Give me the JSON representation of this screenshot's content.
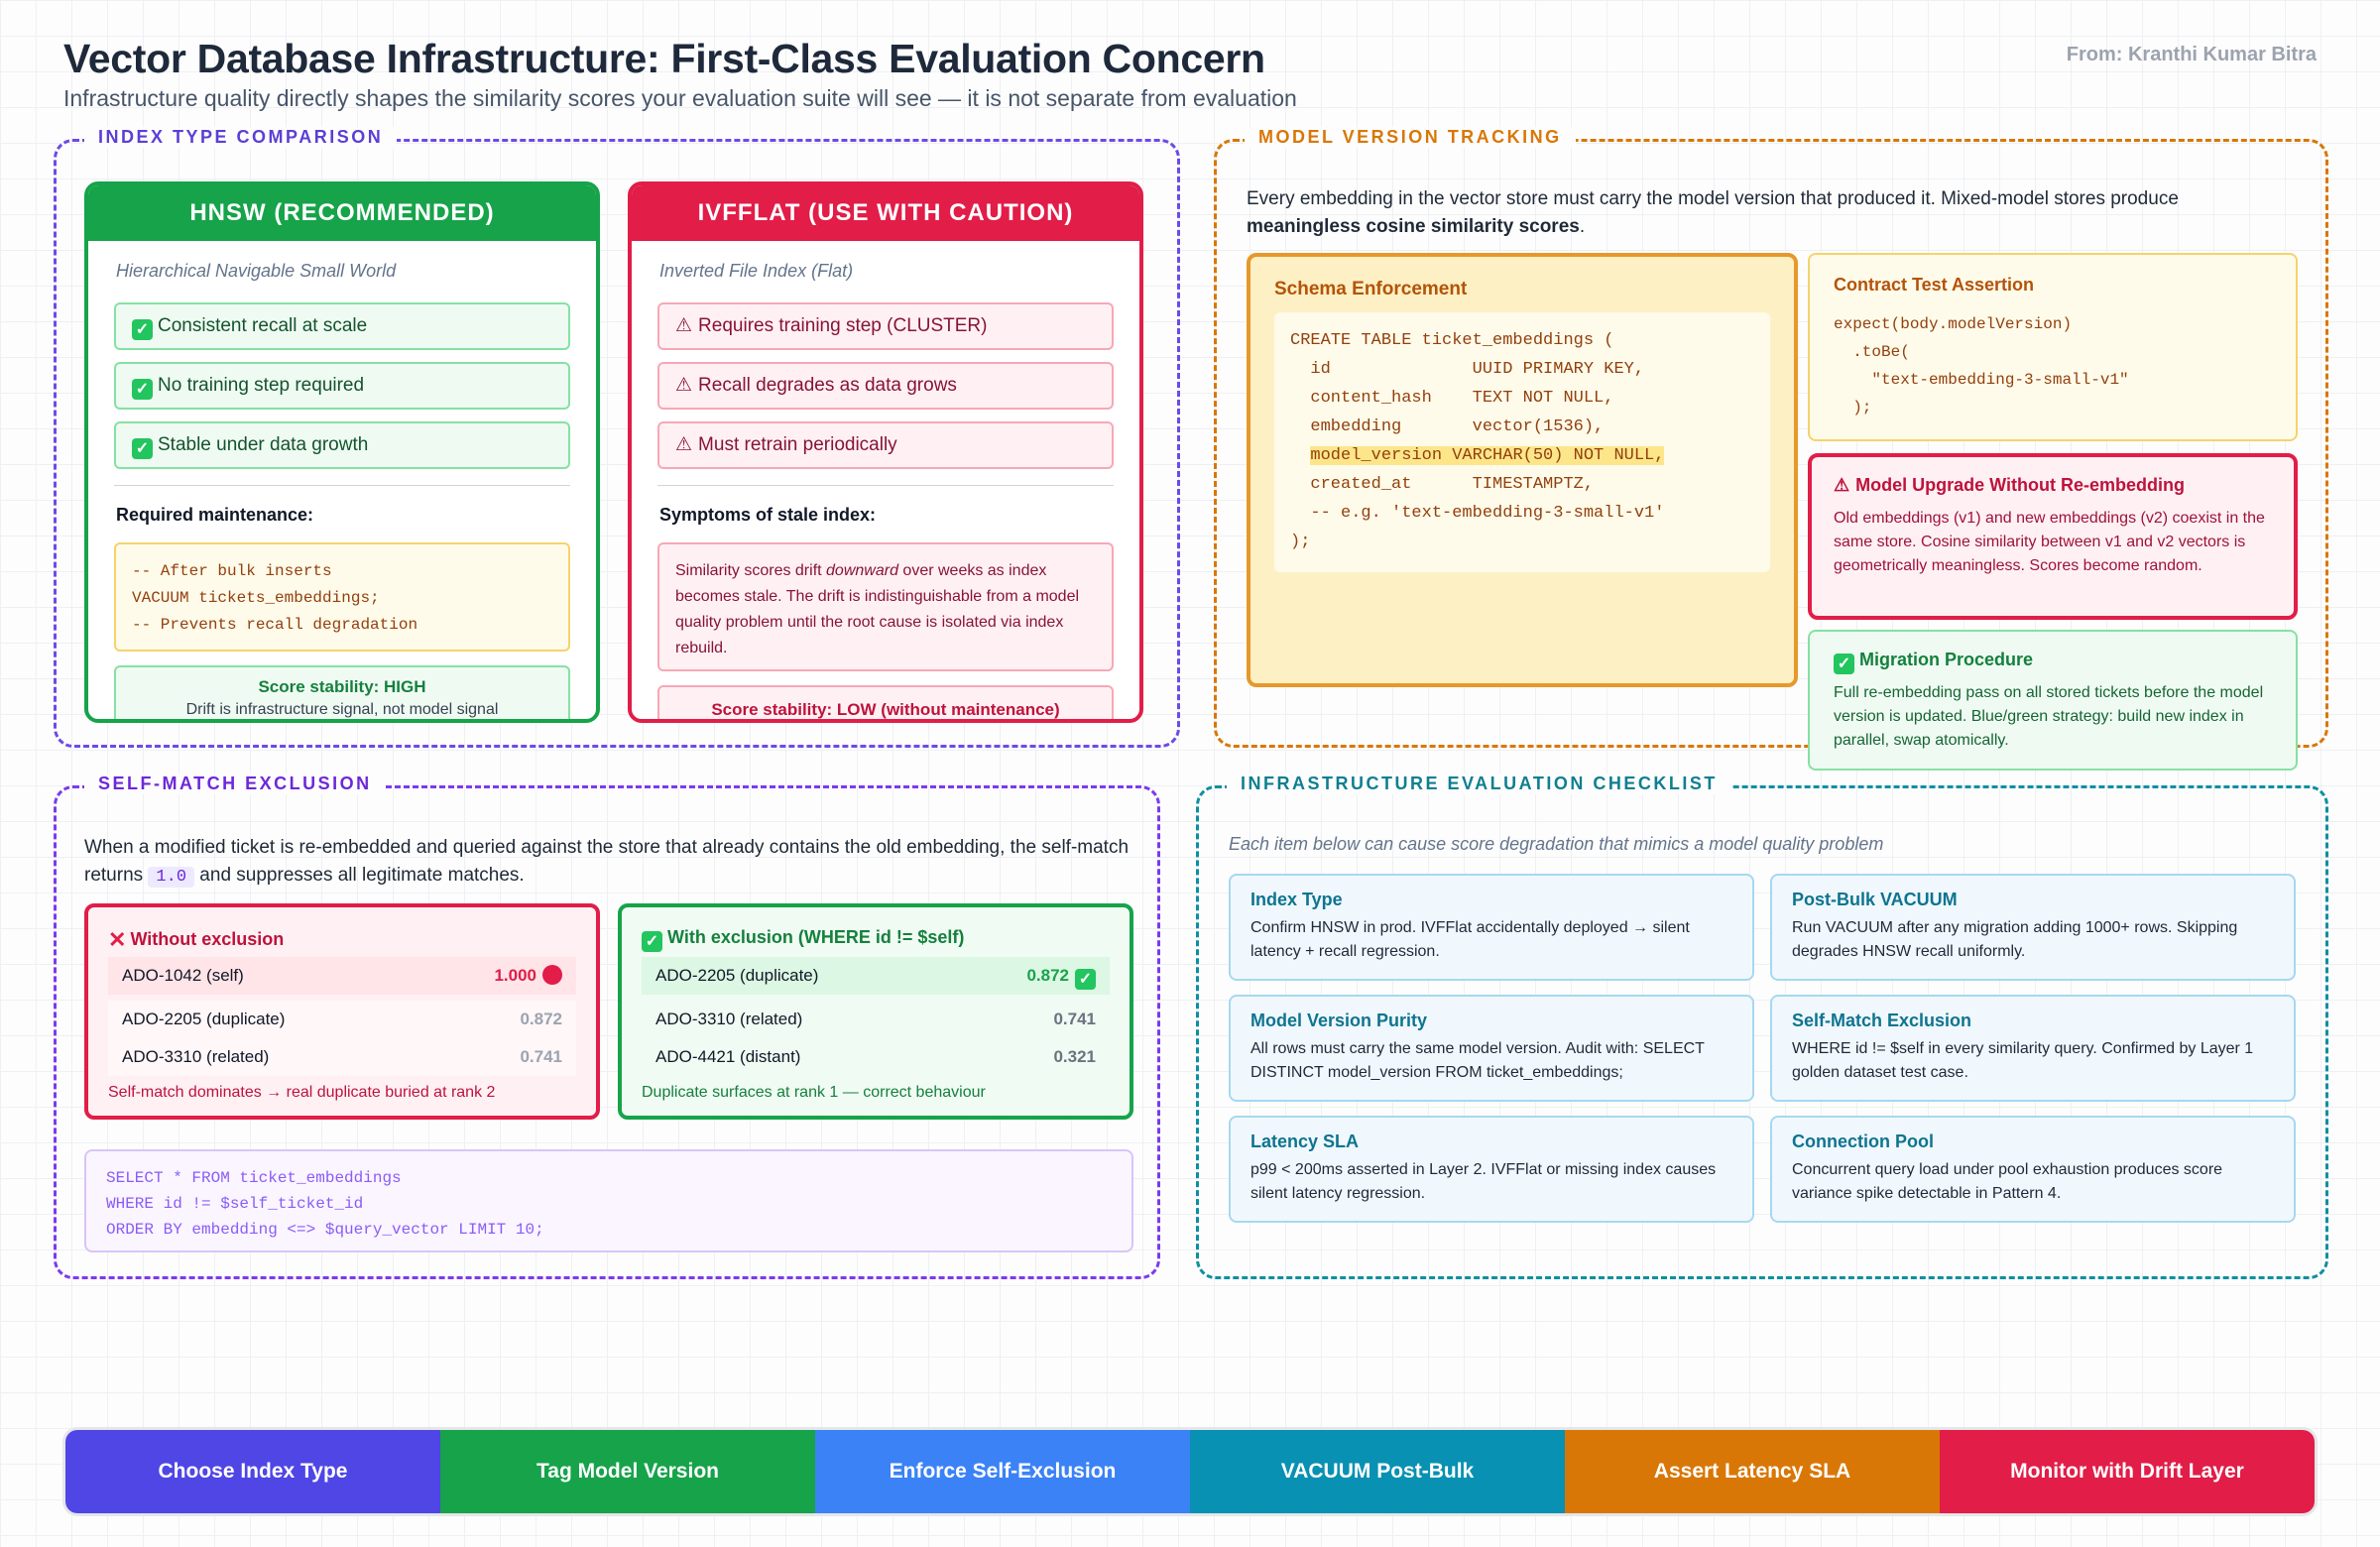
{
  "header": {
    "title": "Vector Database Infrastructure: First-Class Evaluation Concern",
    "subtitle": "Infrastructure quality directly shapes the similarity scores your evaluation suite will see — it is not separate from evaluation",
    "author": "From: Kranthi Kumar Bitra"
  },
  "index_section": {
    "label": "INDEX TYPE COMPARISON",
    "hnsw": {
      "title": "HNSW (RECOMMENDED)",
      "subtitle": "Hierarchical Navigable Small World",
      "features": [
        "Consistent recall at scale",
        "No training step required",
        "Stable under data growth"
      ],
      "maintenance_heading": "Required maintenance:",
      "maintenance_code": [
        "-- After bulk inserts",
        "VACUUM tickets_embeddings;",
        "-- Prevents recall degradation"
      ],
      "stability_title": "Score stability: HIGH",
      "stability_note": "Drift is infrastructure signal, not model signal"
    },
    "ivfflat": {
      "title": "IVFFLAT (USE WITH CAUTION)",
      "subtitle": "Inverted File Index (Flat)",
      "features": [
        "Requires training step (CLUSTER)",
        "Recall degrades as data grows",
        "Must retrain periodically"
      ],
      "symptoms_heading": "Symptoms of stale index:",
      "symptoms_pre": "Similarity scores drift ",
      "symptoms_em": "downward",
      "symptoms_post": " over weeks as index becomes stale. The drift is indistinguishable from a model quality problem until the root cause is isolated via index rebuild.",
      "stability": "Score stability: LOW (without maintenance)"
    }
  },
  "model_section": {
    "label": "MODEL VERSION TRACKING",
    "intro": "Every embedding in the vector store must carry the model version that produced it. Mixed-model stores produce ",
    "intro_bold": "meaningless cosine similarity scores",
    "intro_end": ".",
    "schema_title": "Schema Enforcement",
    "schema_code_1": "CREATE TABLE ticket_embeddings (\n  id              UUID PRIMARY KEY,\n  content_hash    TEXT NOT NULL,\n  embedding       vector(1536),\n  ",
    "schema_code_hl": "model_version VARCHAR(50) NOT NULL,",
    "schema_code_2": "\n  created_at      TIMESTAMPTZ,\n  -- e.g. 'text-embedding-3-small-v1'\n);",
    "contract_title": "Contract Test Assertion",
    "contract_code": "expect(body.modelVersion)\n  .toBe(\n    \"text-embedding-3-small-v1\"\n  );",
    "upgrade_title": "Model Upgrade Without Re-embedding",
    "upgrade_text": "Old embeddings (v1) and new embeddings (v2) coexist in the same store. Cosine similarity between v1 and v2 vectors is geometrically meaningless. Scores become random.",
    "migration_title": "Migration Procedure",
    "migration_text": "Full re-embedding pass on all stored tickets before the model version is updated. Blue/green strategy: build new index in parallel, swap atomically."
  },
  "self_section": {
    "label": "SELF-MATCH EXCLUSION",
    "intro_pre": "When a modified ticket is re-embedded and queried against the store that already contains the old embedding, the self-match returns ",
    "intro_code": "1.0",
    "intro_post": " and suppresses all legitimate matches.",
    "without": {
      "title": "Without exclusion",
      "rows": [
        {
          "name": "ADO-1042 (self)",
          "score": "1.000"
        },
        {
          "name": "ADO-2205 (duplicate)",
          "score": "0.872"
        },
        {
          "name": "ADO-3310 (related)",
          "score": "0.741"
        }
      ],
      "footer": "Self-match dominates → real duplicate buried at rank 2"
    },
    "with": {
      "title": "With exclusion (WHERE id != $self)",
      "rows": [
        {
          "name": "ADO-2205 (duplicate)",
          "score": "0.872"
        },
        {
          "name": "ADO-3310 (related)",
          "score": "0.741"
        },
        {
          "name": "ADO-4421 (distant)",
          "score": "0.321"
        }
      ],
      "footer": "Duplicate surfaces at rank 1 — correct behaviour"
    },
    "sql": "SELECT * FROM ticket_embeddings\nWHERE id != $self_ticket_id\nORDER BY embedding <=> $query_vector LIMIT 10;"
  },
  "checklist_section": {
    "label": "INFRASTRUCTURE EVALUATION CHECKLIST",
    "intro": "Each item below can cause score degradation that mimics a model quality problem",
    "items": [
      {
        "title": "Index Type",
        "desc": "Confirm HNSW in prod. IVFFlat accidentally deployed → silent latency + recall regression."
      },
      {
        "title": "Post-Bulk VACUUM",
        "desc": "Run VACUUM after any migration adding 1000+ rows. Skipping degrades HNSW recall uniformly."
      },
      {
        "title": "Model Version Purity",
        "desc": "All rows must carry the same model version. Audit with: SELECT DISTINCT model_version FROM ticket_embeddings;"
      },
      {
        "title": "Self-Match Exclusion",
        "desc": "WHERE id != $self in every similarity query. Confirmed by Layer 1 golden dataset test case."
      },
      {
        "title": "Latency SLA",
        "desc": "p99 < 200ms asserted in Layer 2. IVFFlat or missing index causes silent latency regression."
      },
      {
        "title": "Connection Pool",
        "desc": "Concurrent query load under pool exhaustion produces score variance spike detectable in Pattern 4."
      }
    ]
  },
  "flow": {
    "steps": [
      {
        "label": "Choose Index Type",
        "color": "#4f46e5"
      },
      {
        "label": "Tag Model Version",
        "color": "#16a34a"
      },
      {
        "label": "Enforce Self-Exclusion",
        "color": "#3b82f6"
      },
      {
        "label": "VACUUM Post-Bulk",
        "color": "#0891b2"
      },
      {
        "label": "Assert Latency SLA",
        "color": "#d97706"
      },
      {
        "label": "Monitor with Drift Layer",
        "color": "#e11d48"
      }
    ]
  }
}
